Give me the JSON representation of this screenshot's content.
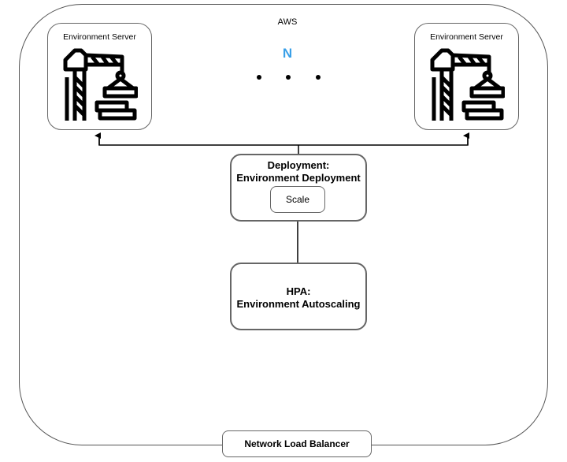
{
  "diagram": {
    "cloud_label": "AWS",
    "replica_count_label": "N",
    "colors": {
      "accent": "#3aa0e8",
      "border": "#666666",
      "line": "#000000"
    },
    "servers": [
      {
        "title": "Environment Server",
        "icon": "crane-icon"
      },
      {
        "title": "Environment Server",
        "icon": "crane-icon"
      }
    ],
    "ellipsis_dots": 3,
    "deployment": {
      "line1": "Deployment:",
      "line2": "Environment Deployment",
      "scale_button": "Scale"
    },
    "hpa": {
      "line1": "HPA:",
      "line2": "Environment Autoscaling"
    },
    "load_balancer": "Network Load Balancer",
    "connections": [
      {
        "from": "deployment",
        "to": "servers.0",
        "arrow": true
      },
      {
        "from": "deployment",
        "to": "servers.1",
        "arrow": true
      },
      {
        "from": "hpa",
        "to": "deployment",
        "arrow": false
      }
    ]
  }
}
